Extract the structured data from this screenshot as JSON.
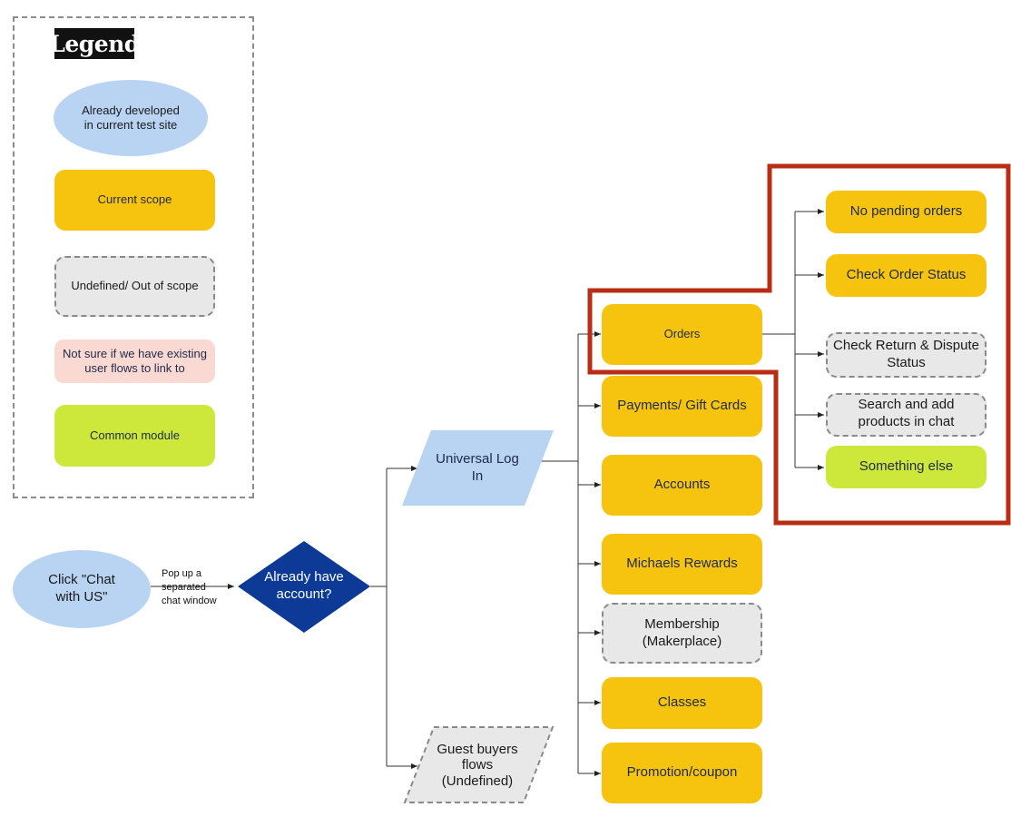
{
  "legend": {
    "title": "Legend",
    "already_developed": "Already developed in current test site",
    "current_scope": "Current scope",
    "undefined": "Undefined/ Out of scope",
    "not_sure": "Not sure if we have existing user flows to link to",
    "common_module": "Common module"
  },
  "flow": {
    "start": "Click \"Chat with US\"",
    "popup_note": "Pop up a separated chat window",
    "decision": "Already have account?",
    "universal_login": "Universal Log In",
    "guest": "Guest buyers flows (Undefined)",
    "branches": {
      "orders": "Orders",
      "payments": "Payments/ Gift Cards",
      "accounts": "Accounts",
      "rewards": "Michaels Rewards",
      "membership": "Membership (Makerplace)",
      "classes": "Classes",
      "promotion": "Promotion/coupon"
    },
    "orders_sub": {
      "no_pending": "No pending orders",
      "check_status": "Check Order Status",
      "check_return": "Check Return & Dispute Status",
      "search_add": "Search and add products in chat",
      "something_else": "Something else"
    }
  },
  "colors": {
    "current_scope": "#f6c30f",
    "common_module": "#cde73a",
    "undefined": "#e8e8e8",
    "not_sure": "#fbd9d3",
    "already_developed": "#b9d3f3",
    "decision": "#0c3a96",
    "highlight": "#b82d14"
  }
}
